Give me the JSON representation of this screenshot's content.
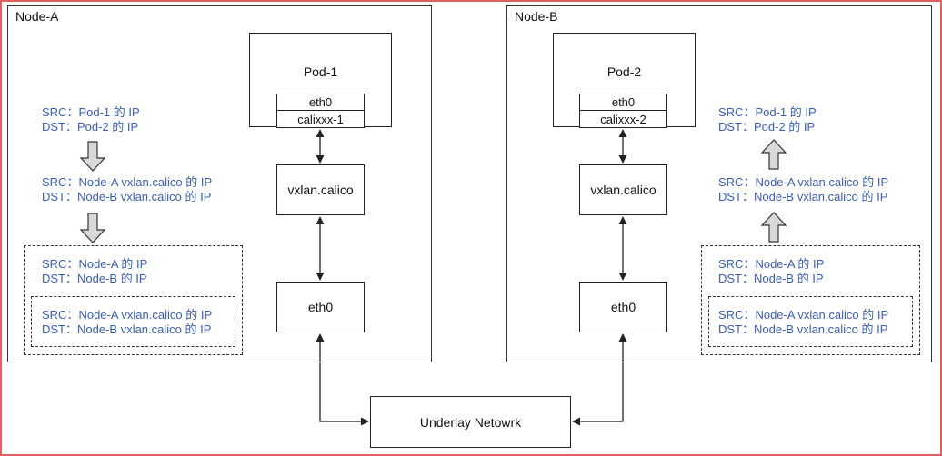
{
  "node_a": {
    "title": "Node-A",
    "pod": "Pod-1",
    "pod_eth": "eth0",
    "cali": "calixxx-1",
    "vxlan": "vxlan.calico",
    "eth": "eth0",
    "packet": {
      "l1_src": "SRC：Pod-1 的 IP",
      "l1_dst": "DST：Pod-2 的 IP",
      "l2_src": "SRC：Node-A vxlan.calico 的 IP",
      "l2_dst": "DST：Node-B vxlan.calico 的 IP",
      "outer_src": "SRC：Node-A 的 IP",
      "outer_dst": "DST：Node-B 的 IP",
      "inner_src": "SRC：Node-A vxlan.calico 的 IP",
      "inner_dst": "DST：Node-B vxlan.calico 的 IP"
    }
  },
  "node_b": {
    "title": "Node-B",
    "pod": "Pod-2",
    "pod_eth": "eth0",
    "cali": "calixxx-2",
    "vxlan": "vxlan.calico",
    "eth": "eth0",
    "packet": {
      "l1_src": "SRC：Pod-1 的 IP",
      "l1_dst": "DST：Pod-2 的 IP",
      "l2_src": "SRC：Node-A vxlan.calico 的 IP",
      "l2_dst": "DST：Node-B vxlan.calico 的 IP",
      "outer_src": "SRC：Node-A 的 IP",
      "outer_dst": "DST：Node-B 的 IP",
      "inner_src": "SRC：Node-A vxlan.calico 的 IP",
      "inner_dst": "DST：Node-B vxlan.calico 的 IP"
    }
  },
  "underlay": "Underlay Netowrk",
  "colors": {
    "frame_border": "#e06060",
    "packet_text": "#3b5fb0",
    "line": "#222222",
    "arrow_fill": "#d9d9d9"
  }
}
